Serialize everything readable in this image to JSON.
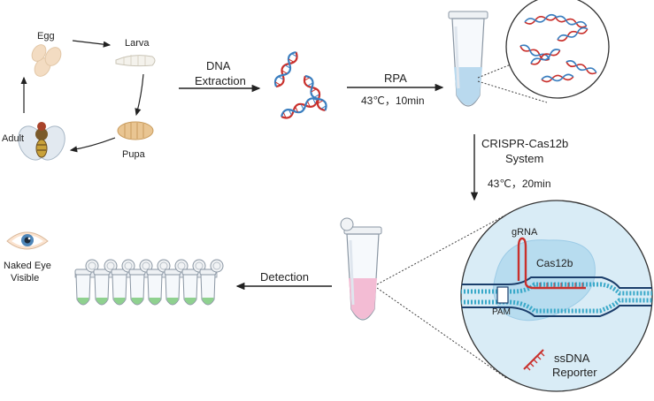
{
  "life_cycle": {
    "egg": "Egg",
    "larva": "Larva",
    "pupa": "Pupa",
    "adult": "Adult"
  },
  "steps": {
    "dna_extraction_line1": "DNA",
    "dna_extraction_line2": "Extraction",
    "rpa": "RPA",
    "rpa_conditions": "43℃，10min",
    "crispr_line1": "CRISPR-Cas12b",
    "crispr_line2": "System",
    "crispr_conditions": "43℃，20min",
    "detection": "Detection"
  },
  "result": {
    "line1": "Naked Eye",
    "line2": "Visible"
  },
  "mechanism": {
    "grna": "gRNA",
    "cas12b": "Cas12b",
    "pam": "PAM",
    "reporter_line1": "ssDNA",
    "reporter_line2": "Reporter"
  },
  "colors": {
    "dna_red": "#c9302c",
    "dna_blue": "#3a7ebf",
    "tube_liquid_blue": "#b9d9ee",
    "tube_liquid_pink": "#f3bcd4",
    "positive_green": "#8fd18f",
    "cas_blob": "#b7dcef",
    "circle_bg": "#d9ecf6"
  },
  "icons": [
    "egg-icon",
    "larva-icon",
    "pupa-icon",
    "fly-icon",
    "dna-helix-icon",
    "tube-icon",
    "eye-icon"
  ],
  "tube_strip_count": 8
}
